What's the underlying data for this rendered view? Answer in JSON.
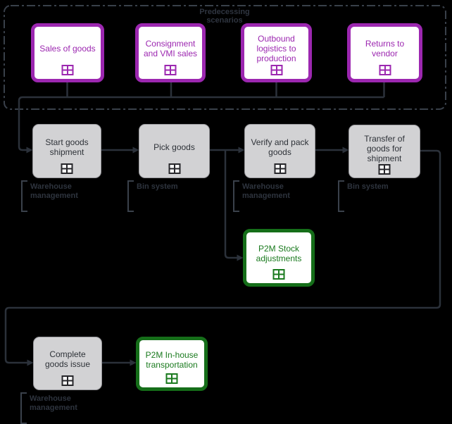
{
  "colors": {
    "background": "#000000",
    "purple_accent": "#9c27b0",
    "green_accent": "#156e19",
    "green_text": "#1a7a1e",
    "gray_node_fill": "#d2d2d4",
    "connector": "#2b313a",
    "muted_label": "#2e343e"
  },
  "group": {
    "title": [
      "Predecessing",
      "scenarios"
    ]
  },
  "nodes": {
    "sales_of_goods": {
      "label": "Sales of goods"
    },
    "consignment_vmi_sales": {
      "label": [
        "Consignment",
        "and VMI sales"
      ]
    },
    "outbound_logistics": {
      "label": [
        "Outbound",
        "logistics to",
        "production"
      ]
    },
    "returns_to_vendor": {
      "label": [
        "Returns to",
        "vendor"
      ]
    },
    "start_goods_shipment": {
      "label": [
        "Start goods",
        "shipment"
      ],
      "annotation": [
        "Warehouse",
        "management"
      ]
    },
    "pick_goods": {
      "label": "Pick goods",
      "annotation": "Bin system"
    },
    "verify_and_pack_goods": {
      "label": [
        "Verify and pack",
        "goods"
      ],
      "annotation": [
        "Warehouse",
        "management"
      ]
    },
    "transfer_of_goods": {
      "label": [
        "Transfer of",
        "goods for",
        "shipment"
      ],
      "annotation": "Bin system"
    },
    "p2m_stock_adjustments": {
      "label": [
        "P2M Stock",
        "adjustments"
      ]
    },
    "complete_goods_issue": {
      "label": [
        "Complete",
        "goods issue"
      ],
      "annotation": [
        "Warehouse",
        "management"
      ]
    },
    "p2m_inhouse_transportation": {
      "label": [
        "P2M In-house",
        "transportation"
      ]
    }
  }
}
